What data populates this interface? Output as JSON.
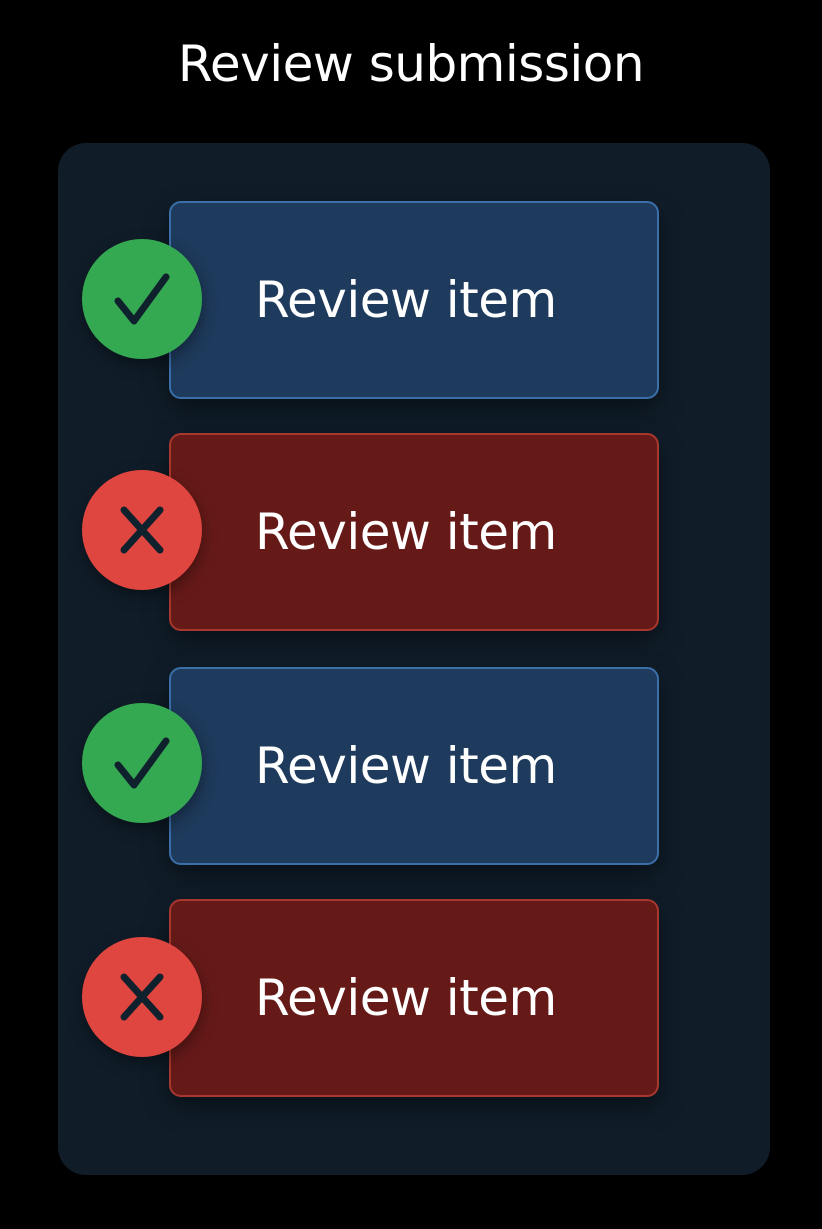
{
  "header": {
    "title": "Review submission"
  },
  "colors": {
    "background": "#000000",
    "panel": "#101d29",
    "approved_card": "#1e3a5c",
    "approved_border": "#3b6fa8",
    "approved_badge": "#35a852",
    "rejected_card": "#661a18",
    "rejected_border": "#a8372f",
    "rejected_badge": "#e04640",
    "icon_stroke": "#10212e"
  },
  "review_items": [
    {
      "label": "Review item",
      "status": "approved",
      "icon": "checkmark-icon"
    },
    {
      "label": "Review item",
      "status": "rejected",
      "icon": "x-mark-icon"
    },
    {
      "label": "Review item",
      "status": "approved",
      "icon": "checkmark-icon"
    },
    {
      "label": "Review item",
      "status": "rejected",
      "icon": "x-mark-icon"
    }
  ]
}
